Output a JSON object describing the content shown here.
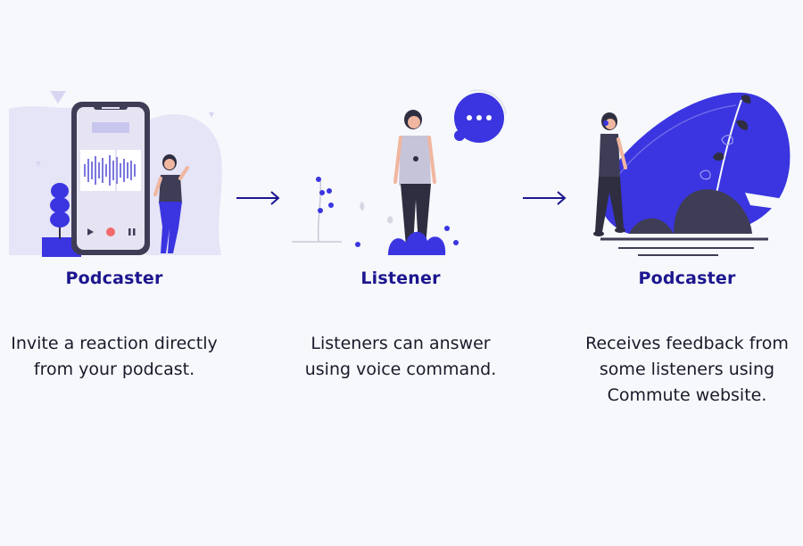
{
  "steps": [
    {
      "title": "Podcaster",
      "description_lines": [
        "Invite a reaction directly",
        "from your podcast."
      ],
      "illustration": "phone-podcast-illustration"
    },
    {
      "title": "Listener",
      "description_lines": [
        "Listeners can answer",
        "using voice command."
      ],
      "illustration": "listener-voice-illustration"
    },
    {
      "title": "Podcaster",
      "description_lines": [
        "Receives feedback from",
        "some listeners using",
        "Commute website."
      ],
      "illustration": "podcaster-feedback-illustration"
    }
  ],
  "arrows": [
    "arrow-right-icon",
    "arrow-right-icon"
  ],
  "colors": {
    "accent": "#1c168f",
    "purple": "#3a35e0",
    "lavender": "#e6e4f7",
    "dark": "#2f2e41",
    "text": "#1a1a2a",
    "record": "#f26a6a"
  }
}
